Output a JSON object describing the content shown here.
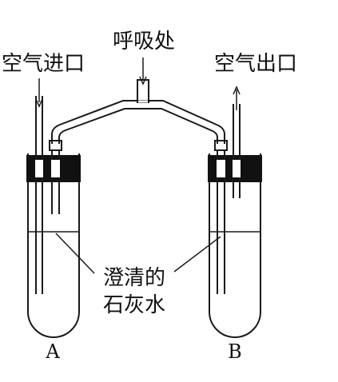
{
  "labels": {
    "breath": "呼吸处",
    "air_in": "空气进口",
    "air_out": "空气出口",
    "limewater_line1": "澄清的",
    "limewater_line2": "石灰水",
    "tube_a": "A",
    "tube_b": "B"
  },
  "colors": {
    "ink": "#1a1a1a",
    "stopper": "#111111",
    "background": "#ffffff"
  }
}
